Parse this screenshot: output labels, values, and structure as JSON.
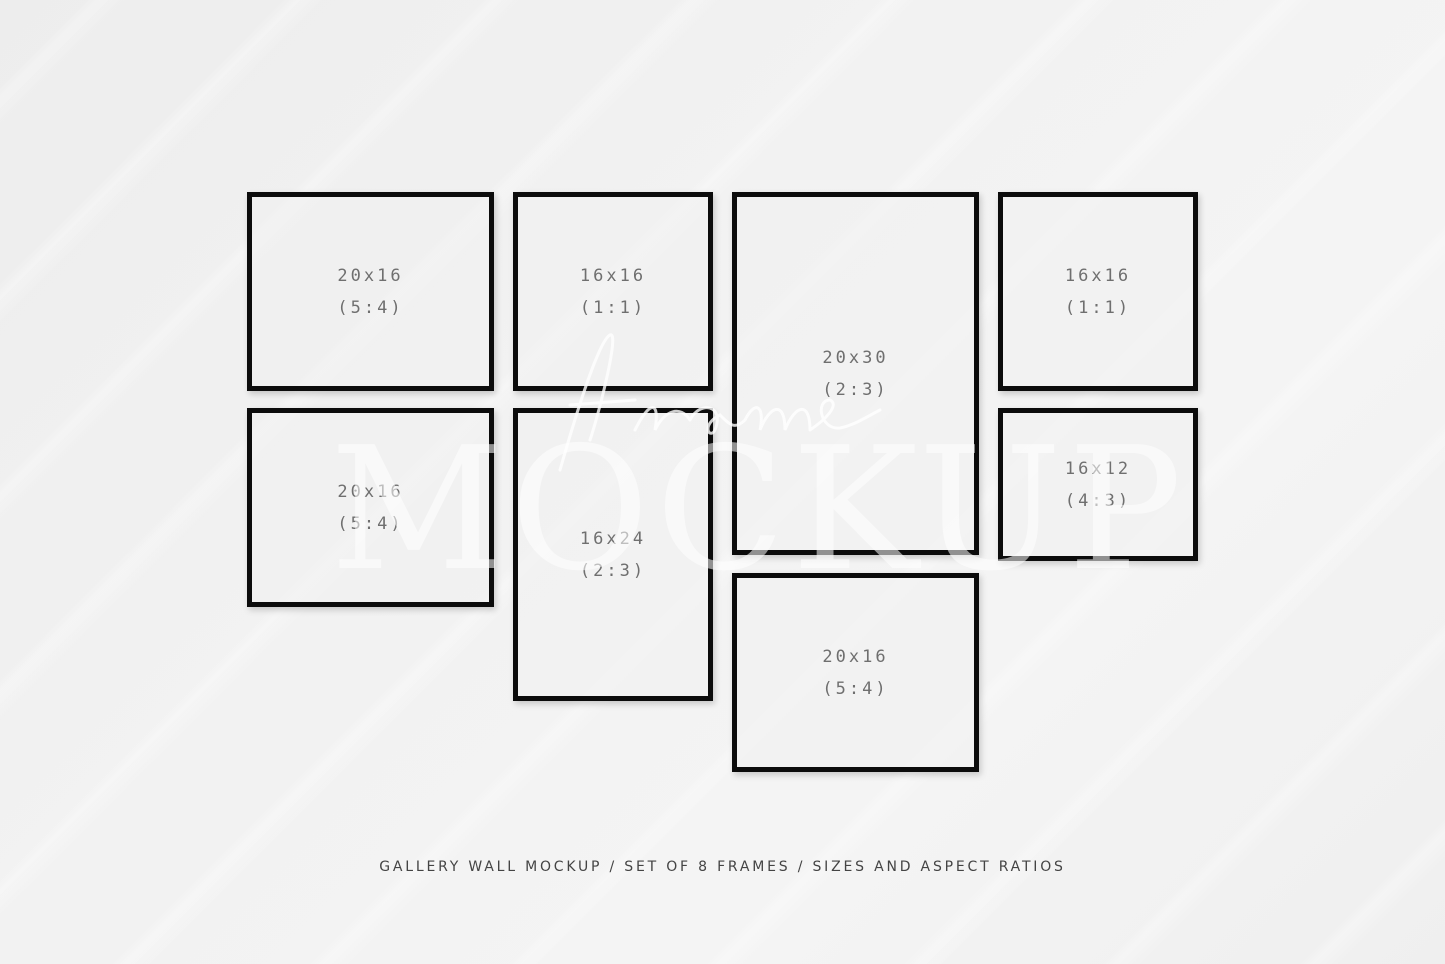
{
  "frames": [
    {
      "size": "20x16",
      "ratio": "(5:4)"
    },
    {
      "size": "16x16",
      "ratio": "(1:1)"
    },
    {
      "size": "20x30",
      "ratio": "(2:3)"
    },
    {
      "size": "16x16",
      "ratio": "(1:1)"
    },
    {
      "size": "20x16",
      "ratio": "(5:4)"
    },
    {
      "size": "16x24",
      "ratio": "(2:3)"
    },
    {
      "size": "16x12",
      "ratio": "(4:3)"
    },
    {
      "size": "20x16",
      "ratio": "(5:4)"
    }
  ],
  "watermark": {
    "script": "frame",
    "main": "MOCKUP"
  },
  "caption": "GALLERY WALL MOCKUP / SET OF 8 FRAMES / SIZES AND ASPECT RATIOS",
  "colors": {
    "frame": "#0c0c0c",
    "label": "#6f6f6f",
    "background": "#f0f0f0"
  }
}
